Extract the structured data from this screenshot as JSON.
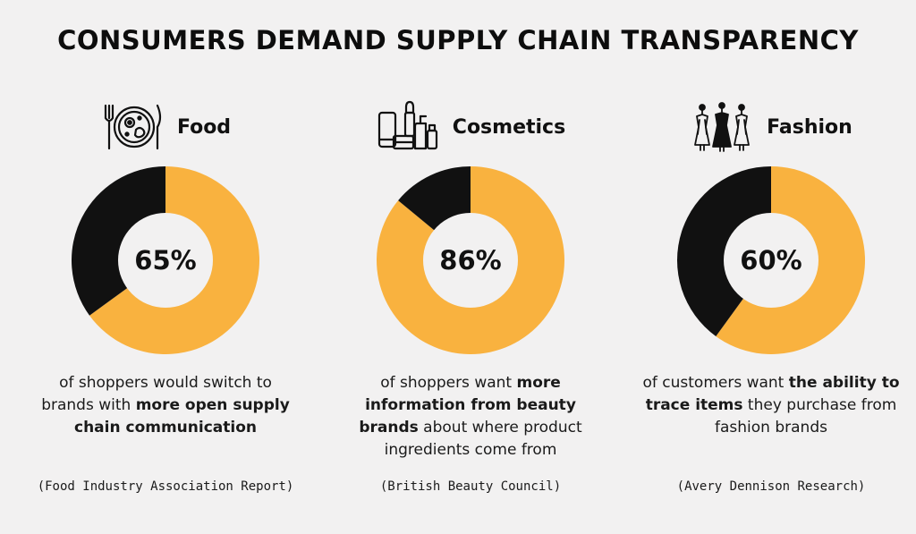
{
  "title": "CONSUMERS DEMAND SUPPLY CHAIN TRANSPARENCY",
  "colors": {
    "primary": "#f9b23f",
    "secondary": "#111111",
    "hole": "#f2f1f1"
  },
  "chart_data": [
    {
      "type": "pie",
      "title": "Food",
      "icon": "utensils-plate-icon",
      "slices": [
        {
          "label": "",
          "value": 65
        },
        {
          "label": "",
          "value": 35
        }
      ],
      "center_label": "65%",
      "description": [
        {
          "text": "of shoppers would switch to brands with ",
          "bold": false
        },
        {
          "text": "more open supply chain communication",
          "bold": true
        }
      ],
      "source": "(Food Industry Association Report)"
    },
    {
      "type": "pie",
      "title": "Cosmetics",
      "icon": "cosmetics-bottles-icon",
      "slices": [
        {
          "label": "",
          "value": 86
        },
        {
          "label": "",
          "value": 14
        }
      ],
      "center_label": "86%",
      "description": [
        {
          "text": "of shoppers want ",
          "bold": false
        },
        {
          "text": "more information from beauty brands",
          "bold": true
        },
        {
          "text": " about where product ingredients come from",
          "bold": false
        }
      ],
      "source": "(British Beauty Council)"
    },
    {
      "type": "pie",
      "title": "Fashion",
      "icon": "dress-mannequins-icon",
      "slices": [
        {
          "label": "",
          "value": 60
        },
        {
          "label": "",
          "value": 40
        }
      ],
      "center_label": "60%",
      "description": [
        {
          "text": "of customers want ",
          "bold": false
        },
        {
          "text": "the ability to trace items",
          "bold": true
        },
        {
          "text": " they purchase from fashion brands",
          "bold": false
        }
      ],
      "source": "(Avery Dennison Research)"
    }
  ]
}
